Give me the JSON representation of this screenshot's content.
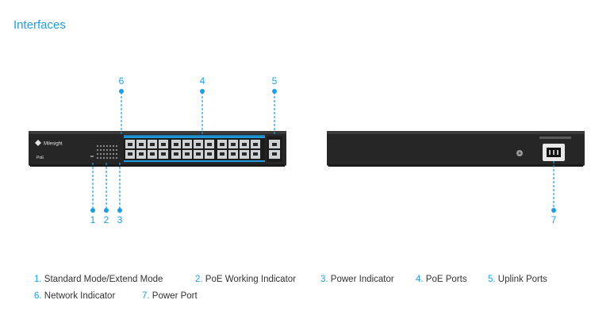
{
  "title": "Interfaces",
  "front_panel": {
    "brand": "Milesight",
    "model": "PoE"
  },
  "colors": {
    "accent": "#1e9ee0",
    "device": "#2b2b2b",
    "text": "#333333"
  },
  "callouts": {
    "c1": "1",
    "c2": "2",
    "c3": "3",
    "c4": "4",
    "c5": "5",
    "c6": "6",
    "c7": "7"
  },
  "legend": [
    {
      "num": "1.",
      "text": "Standard Mode/Extend Mode"
    },
    {
      "num": "2.",
      "text": "PoE Working Indicator"
    },
    {
      "num": "3.",
      "text": "Power Indicator"
    },
    {
      "num": "4.",
      "text": "PoE Ports"
    },
    {
      "num": "5.",
      "text": "Uplink Ports"
    },
    {
      "num": "6.",
      "text": "Network Indicator"
    },
    {
      "num": "7.",
      "text": "Power Port"
    }
  ]
}
